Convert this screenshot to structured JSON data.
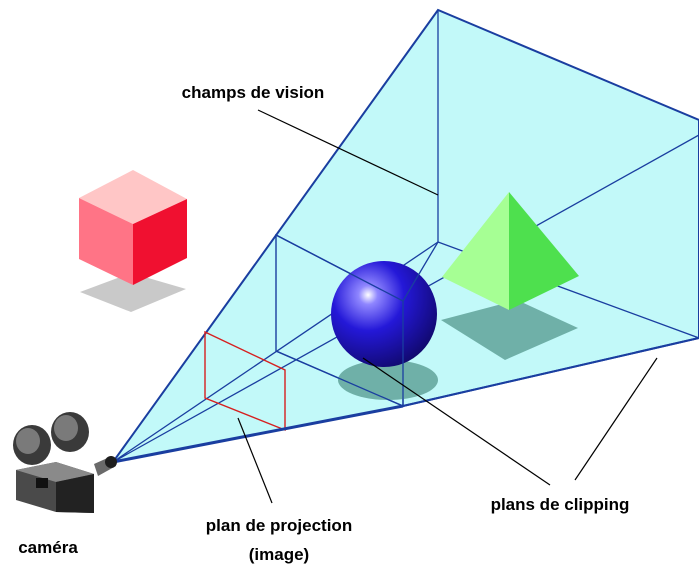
{
  "labels": {
    "field_of_view": "champs de vision",
    "clipping_planes": "plans de clipping",
    "projection_plane_line1": "plan de projection",
    "projection_plane_line2": "(image)",
    "camera": "caméra"
  },
  "colors": {
    "frustum_fill": "#c2f9f9",
    "frustum_edge": "#1a3ea0",
    "projection_plane": "#d62020",
    "cube_top": "#ffc6c6",
    "cube_left": "#ff7486",
    "cube_right": "#f01030",
    "pyramid_light": "#a6ff94",
    "pyramid_dark": "#4ee04e",
    "sphere": "#2418d8",
    "shadow": "#6fb0a8"
  },
  "icons": {
    "camera": "movie-camera-icon"
  }
}
